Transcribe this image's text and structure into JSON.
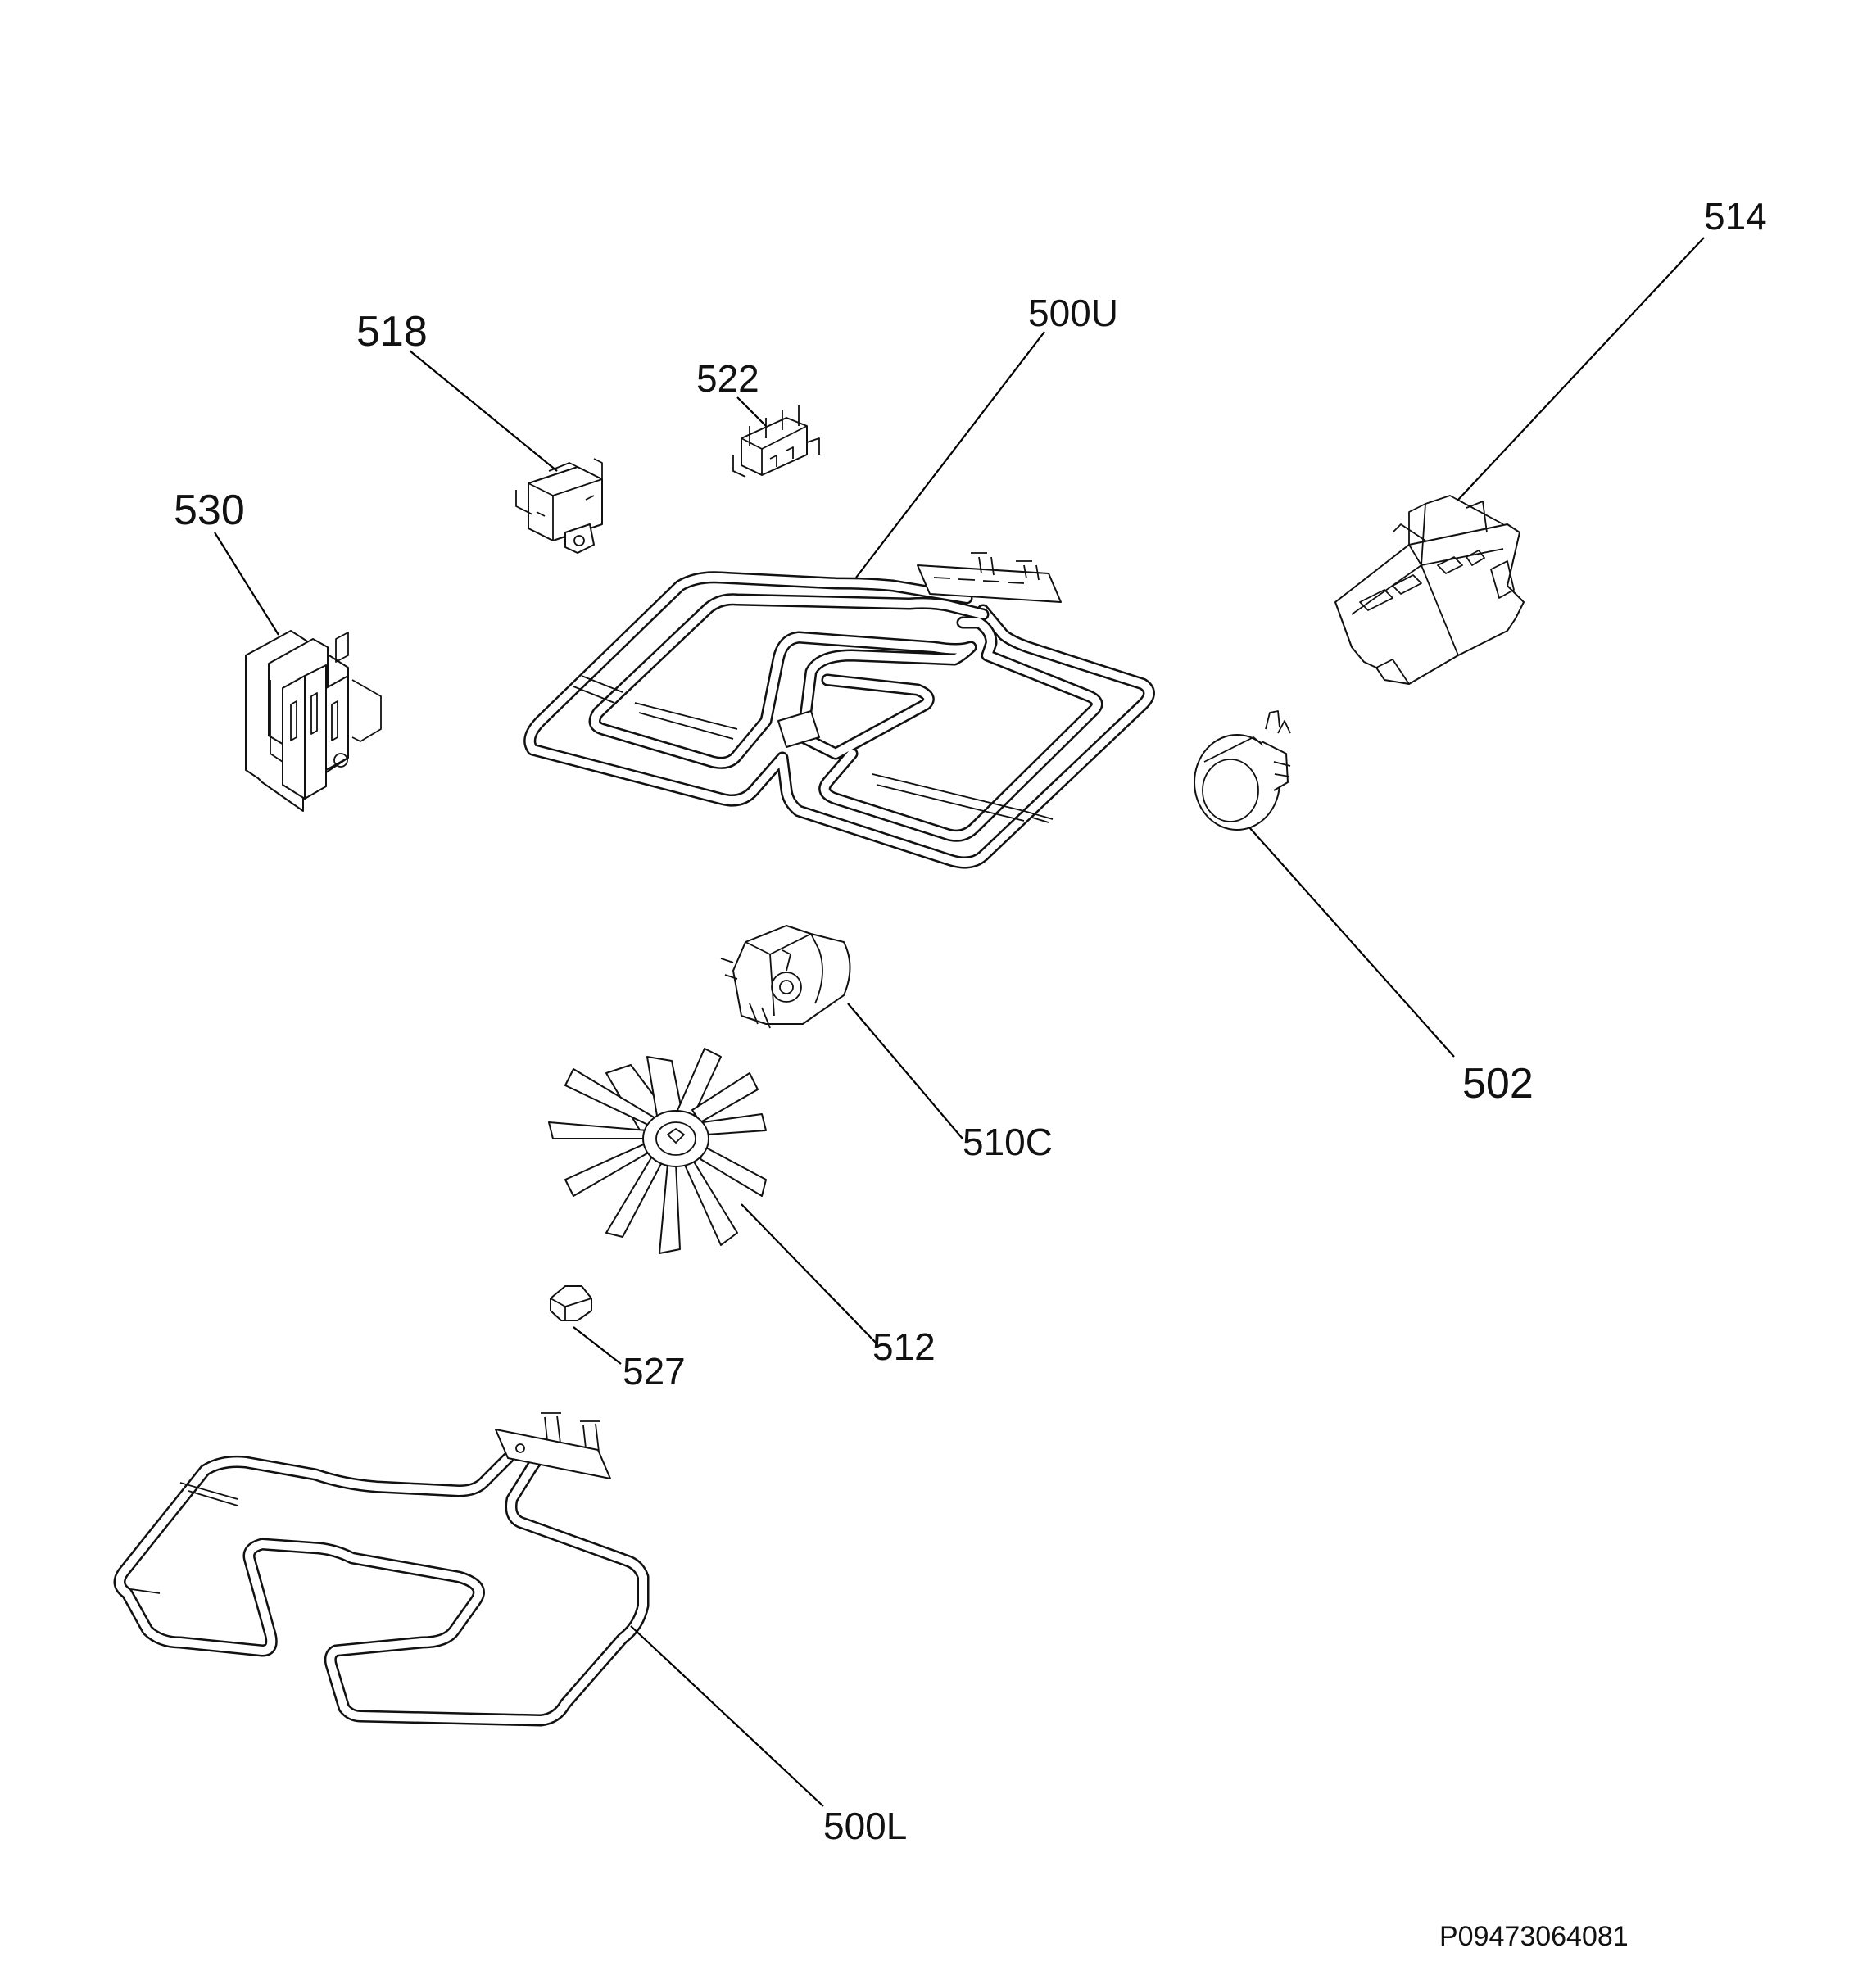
{
  "callouts": {
    "p514": "514",
    "p500U": "500U",
    "p518": "518",
    "p522": "522",
    "p530": "530",
    "p502": "502",
    "p510C": "510C",
    "p512": "512",
    "p527": "527",
    "p500L": "500L"
  },
  "document_code": "P09473064081"
}
